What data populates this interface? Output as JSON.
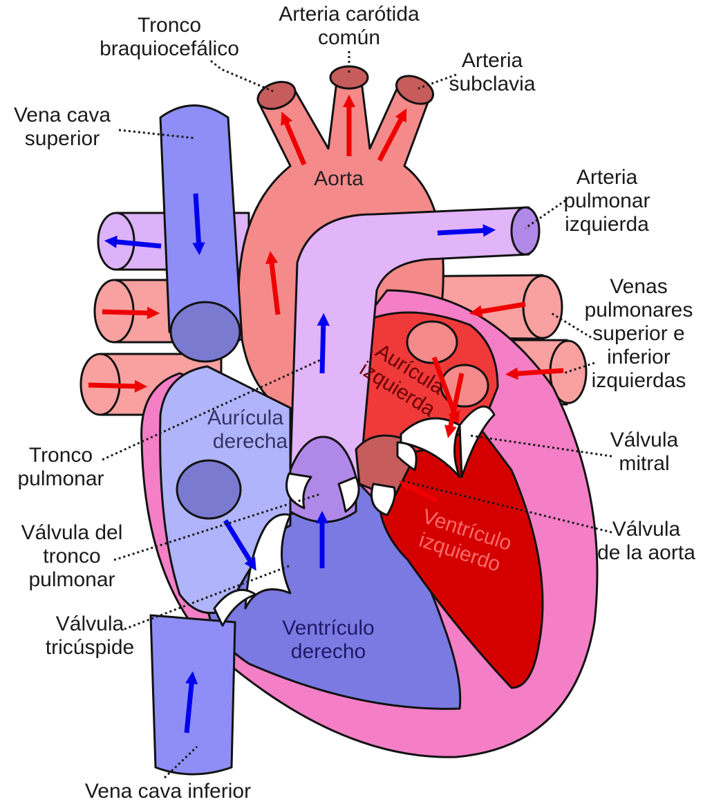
{
  "labels": {
    "tronco_braquiocefalico": [
      "Tronco",
      "braquiocefálico"
    ],
    "arteria_carotida": [
      "Arteria carótida",
      "común"
    ],
    "arteria_subclavia": [
      "Arteria",
      "subclavia"
    ],
    "vena_cava_superior": [
      "Vena cava",
      "superior"
    ],
    "aorta": "Aorta",
    "arteria_pulmonar_izquierda": [
      "Arteria",
      "pulmonar",
      "izquierda"
    ],
    "venas_pulmonares": [
      "Venas",
      "pulmonares",
      "superior e",
      "inferior",
      "izquierdas"
    ],
    "auricula_izquierda": [
      "Aurícula",
      "izquierda"
    ],
    "auricula_derecha": [
      "Aurícula",
      "derecha"
    ],
    "tronco_pulmonar": [
      "Tronco",
      "pulmonar"
    ],
    "valvula_mitral": [
      "Válvula",
      "mitral"
    ],
    "valvula_tronco_pulmonar": [
      "Válvula del",
      "tronco",
      "pulmonar"
    ],
    "valvula_aorta": [
      "Válvula",
      "de la aorta"
    ],
    "ventriculo_izquierdo": [
      "Ventrículo",
      "izquierdo"
    ],
    "valvula_tricuspide": [
      "Válvula",
      "tricúspide"
    ],
    "ventriculo_derecho": [
      "Ventrículo",
      "derecho"
    ],
    "vena_cava_inferior": "Vena cava inferior"
  },
  "colors": {
    "deoxygenated_flow": "#0000ee",
    "oxygenated_flow": "#ee0000",
    "aorta": "#f48a8a",
    "vena_cava": "#8e8ef6",
    "pulmonary_artery": "#e2b4f8",
    "pulmonary_veins": "#f9a0a0",
    "heart_wall": "#f47fc6",
    "left_atrium": "#f03a3a",
    "left_ventricle": "#d40000",
    "right_atrium": "#b0b4fa",
    "right_ventricle": "#7a7ae2"
  }
}
